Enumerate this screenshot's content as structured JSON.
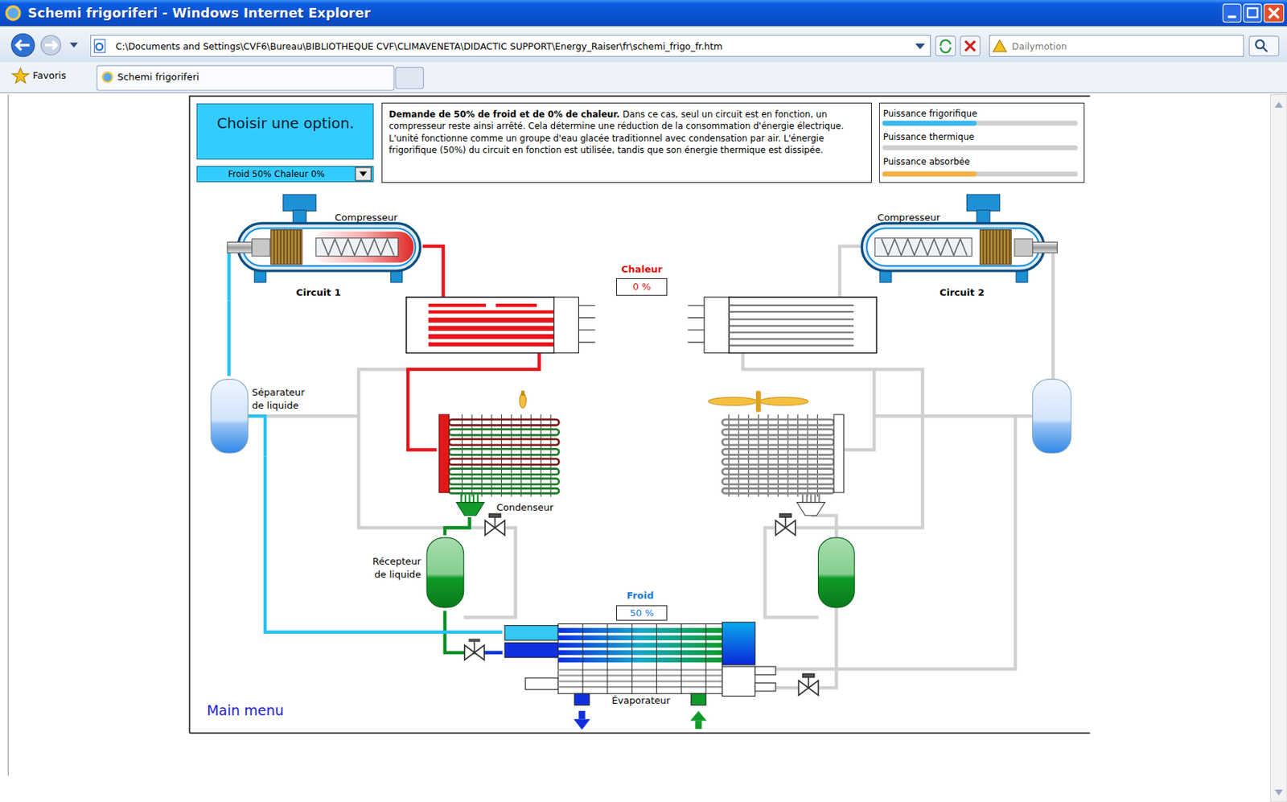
{
  "diagram": {
    "nodes": [
      {
        "text": [
          "Schemi frigoriferi - Windows Internet Explorer"
        ]
      },
      {
        "text": [
          "C:\\Documents and Settings\\CVF6\\Bureau\\BIBLIOTHEQUE CVF\\CLIMAVENETA\\DIDACTIC SUPPORT\\Energy_Raiser\\fr\\schemi_frigo_fr.htm"
        ]
      },
      {
        "text": [
          "Dailymotion"
        ]
      },
      {
        "text": [
          "Schemi frigoriferi"
        ]
      },
      {
        "text": [
          "Choisir une option."
        ]
      },
      {
        "text": [
          "Froid 50% Chaleur 0%"
        ]
      },
      {
        "text": [
          "Demande de 50% de froid et de 0% de chaleur.",
          "Dans ce cas, seul un circuit est en fonction, un compresseur reste ainsi arrêté. Cela détermine une réduction de la consommation d'énergie électrique. L'unité fonctionne comme un groupe d'eau glacée traditionnel avec condensation par air. L'énergie frigorifique (50%) du circuit en fonction est utilisée, tandis que son énergie thermique est dissipée."
        ]
      },
      {
        "text": [
          "Puissance frigorifique",
          "Puissance thermique",
          "Puissance absorbée"
        ]
      },
      {
        "text": [
          "Compresseur",
          "Circuit 1"
        ]
      },
      {
        "text": [
          "Compresseur",
          "Circuit 2"
        ]
      },
      {
        "text": [
          "Chaleur",
          "0 %"
        ]
      },
      {
        "text": [
          "Séparateur de liquide"
        ]
      },
      {
        "text": [
          "Condenseur"
        ]
      },
      {
        "text": [
          "Récepteur de liquide"
        ]
      },
      {
        "text": [
          "Froid",
          "50 %"
        ]
      },
      {
        "text": [
          "Évaporateur"
        ]
      }
    ],
    "edges": [
      {
        "from": 8,
        "to": 12,
        "arrow": "none"
      },
      {
        "from": 12,
        "to": 13,
        "arrow": "none"
      },
      {
        "from": 13,
        "to": 15,
        "arrow": "none"
      },
      {
        "from": 15,
        "to": 11,
        "arrow": "none"
      },
      {
        "from": 11,
        "to": 8,
        "arrow": "none"
      }
    ],
    "labels": [
      "Favoris",
      "Main menu"
    ]
  }
}
